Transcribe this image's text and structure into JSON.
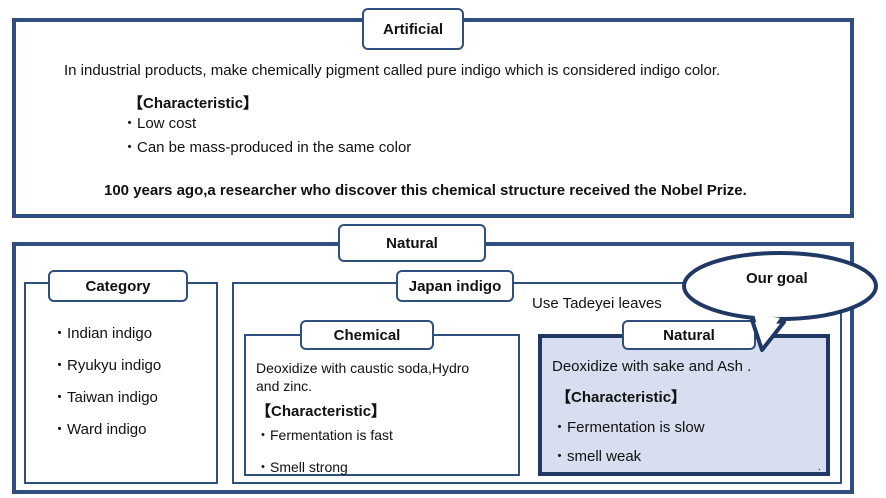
{
  "artificial": {
    "title": "Artificial",
    "intro": "In industrial products, make chemically pigment called pure indigo which is considered indigo color.",
    "char_heading": "【Characteristic】",
    "items": [
      "・Low cost",
      "・Can be mass-produced in the same color"
    ],
    "nobel": "100 years ago,a researcher who discover this chemical structure received the Nobel Prize."
  },
  "natural": {
    "title": "Natural",
    "category": {
      "title": "Category",
      "items": [
        "・Indian indigo",
        "・Ryukyu indigo",
        "・Taiwan indigo",
        "・Ward indigo"
      ]
    },
    "japan": {
      "title": "Japan indigo",
      "note": "Use Tadeyei leaves",
      "chemical": {
        "title": "Chemical",
        "desc_line1": "Deoxidize with caustic soda,Hydro",
        "desc_line2": "and zinc.",
        "char_heading": "【Characteristic】",
        "items": [
          "・Fermentation is fast",
          "・Smell strong"
        ]
      },
      "natural": {
        "title": "Natural",
        "desc": "Deoxidize with sake and Ash .",
        "char_heading": "【Characteristic】",
        "items": [
          "・Fermentation is slow",
          "・smell weak"
        ]
      }
    },
    "callout": "Our goal"
  },
  "colors": {
    "border": "#2f4f7f",
    "highlight": "#d6deef"
  }
}
